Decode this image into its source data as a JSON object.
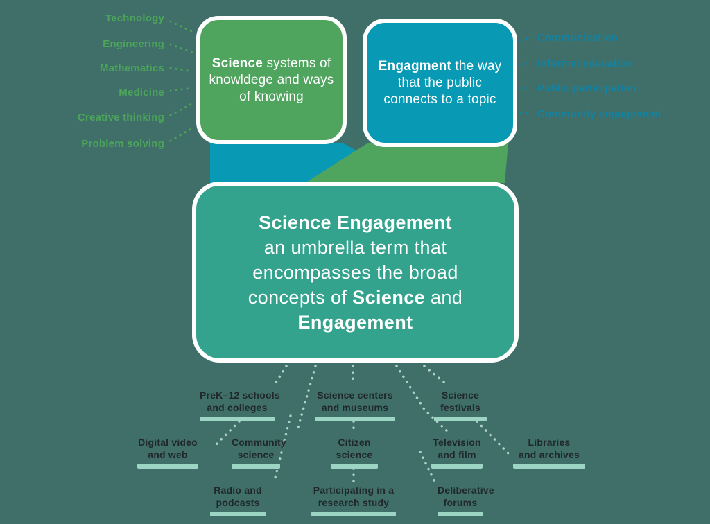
{
  "colors": {
    "background": "#3F6F68",
    "science_green": "#4FA45E",
    "engagement_blue": "#0899B4",
    "umbrella_teal": "#34A38D",
    "left_label_green": "#4CA55B",
    "right_label_blue": "#1283A2",
    "bottom_label_dark": "#20282C",
    "underline_mint": "#9CD5C3",
    "bottom_dot": "#AFD0C6",
    "box_border_white": "#FFFFFF"
  },
  "science_box": {
    "lines": [
      {
        "bold": "Science",
        "rest": " systems of"
      },
      {
        "bold": "",
        "rest": "knowldege and ways"
      },
      {
        "bold": "",
        "rest": "of knowing"
      }
    ]
  },
  "engagement_box": {
    "lines": [
      {
        "bold": "Engagment",
        "rest": " the way"
      },
      {
        "bold": "",
        "rest": "that the public"
      },
      {
        "bold": "",
        "rest": "connects to a topic"
      }
    ]
  },
  "umbrella_box": {
    "lines": [
      {
        "pre": "",
        "bold": "Science Engagement",
        "post": ""
      },
      {
        "pre": "an umbrella term that",
        "bold": "",
        "post": ""
      },
      {
        "pre": "encompasses the broad",
        "bold": "",
        "post": ""
      },
      {
        "pre": "concepts of ",
        "bold": "Science",
        "post": " and"
      },
      {
        "pre": "",
        "bold": "Engagement",
        "post": ""
      }
    ]
  },
  "left_list": {
    "items": [
      "Technology",
      "Engineering",
      "Mathematics",
      "Medicine",
      "Creative thinking",
      "Problem solving"
    ]
  },
  "right_list": {
    "items": [
      "Communication",
      "Informal education",
      "Public participation",
      "Community engagement"
    ]
  },
  "bottom_items": [
    {
      "line1": "PreK–12 schools",
      "line2": "and colleges"
    },
    {
      "line1": "Science centers",
      "line2": "and museums"
    },
    {
      "line1": "Science",
      "line2": "festivals"
    },
    {
      "line1": "Digital video",
      "line2": "and web"
    },
    {
      "line1": "Community",
      "line2": "science"
    },
    {
      "line1": "Citizen",
      "line2": "science"
    },
    {
      "line1": "Television",
      "line2": "and film"
    },
    {
      "line1": "Libraries",
      "line2": "and archives"
    },
    {
      "line1": "Radio and",
      "line2": "podcasts"
    },
    {
      "line1": "Participating in a",
      "line2": "research study"
    },
    {
      "line1": "Deliberative",
      "line2": "forums"
    }
  ]
}
